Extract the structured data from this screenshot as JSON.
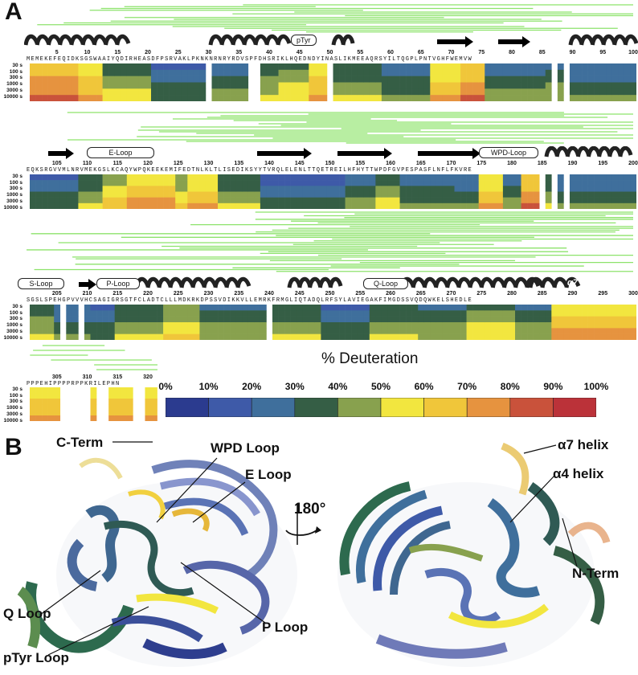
{
  "panels": {
    "a": "A",
    "b": "B"
  },
  "time_labels": [
    "30 s",
    "100 s",
    "300 s",
    "1000 s",
    "3000 s",
    "10000 s"
  ],
  "rows": [
    {
      "id": "row1",
      "sequence": "MEMEKEFEQIDKSGSWAAIYQDIRHEASDFPSRVAKLPKNKNRNRYRDVSPFDHSRIKLHQEDNDYINASLIKMEEAQRSYILTQGPLPNTVGHFWEMVW",
      "ticks": [
        "5",
        "10",
        "15",
        "20",
        "25",
        "30",
        "35",
        "40",
        "45",
        "50",
        "55",
        "60",
        "65",
        "70",
        "75",
        "80",
        "85",
        "90",
        "95",
        "100"
      ],
      "boxes": [
        "pTyr"
      ]
    },
    {
      "id": "row2",
      "sequence": "EQKSRGVVMLNRVMEKGSLKCAQYWPQKEEKEMIFEDTNLKLTLISEDIKSYYTVRQLELENLTTQETREILHFHYTTWPDFGVPESPASFLNFLFKVRE",
      "ticks": [
        "105",
        "110",
        "115",
        "120",
        "125",
        "130",
        "135",
        "140",
        "145",
        "150",
        "155",
        "160",
        "165",
        "170",
        "175",
        "180",
        "185",
        "190",
        "195",
        "200"
      ],
      "boxes": [
        "E-Loop",
        "WPD-Loop"
      ]
    },
    {
      "id": "row3",
      "sequence": "SGSLSPEHGPVVVHCSAGIGRSGTFCLADTCLLLMDKRKDPSSVDIKKVLLEMRKFRMGLIQTADQLRFSYLAVIEGAKFIMGDSSVQDQWKELSHEDLE",
      "ticks": [
        "205",
        "210",
        "215",
        "220",
        "225",
        "230",
        "235",
        "240",
        "245",
        "250",
        "255",
        "260",
        "265",
        "270",
        "275",
        "280",
        "285",
        "290",
        "295",
        "300"
      ],
      "boxes": [
        "S-Loop",
        "P-Loop",
        "Q-Loop"
      ],
      "helix_tag": "α7"
    },
    {
      "id": "row4",
      "sequence": "PPPEHIPPPPRPPKRILEPHN",
      "ticks": [
        "305",
        "310",
        "315",
        "320"
      ],
      "boxes": []
    }
  ],
  "colorbar": {
    "title": "% Deuteration",
    "labels": [
      "0%",
      "10%",
      "20%",
      "30%",
      "40%",
      "50%",
      "60%",
      "70%",
      "80%",
      "90%",
      "100%"
    ],
    "colors": [
      "#2b3b8f",
      "#3e5aa8",
      "#3f6f9c",
      "#355e45",
      "#88a14e",
      "#f2e63f",
      "#f0c63a",
      "#e6933f",
      "#c9523b",
      "#bb3239"
    ]
  },
  "structure_left_labels": [
    "C-Term",
    "WPD Loop",
    "E Loop",
    "Q Loop",
    "P Loop",
    "pTyr Loop"
  ],
  "rotation": "180°",
  "structure_right_labels": [
    "α7 helix",
    "α4 helix",
    "N-Term"
  ]
}
